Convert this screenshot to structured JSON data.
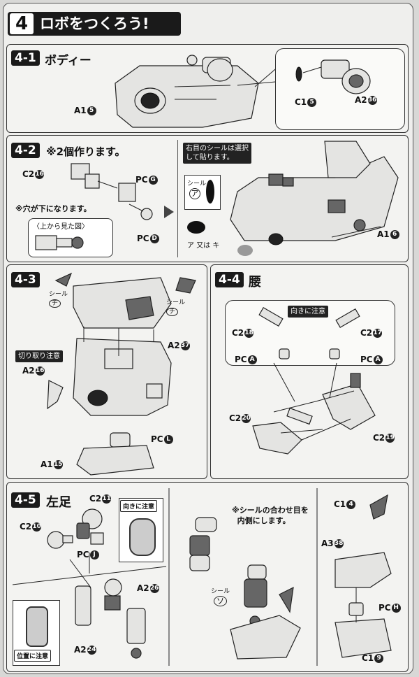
{
  "header": {
    "step_number": "4",
    "title": "ロボをつくろう!"
  },
  "step_4_1": {
    "badge": "4-1",
    "title": "ボディー",
    "labels": [
      {
        "part": "A1",
        "num": "5"
      },
      {
        "part": "C1",
        "num": "5"
      },
      {
        "part": "A2",
        "num": "36"
      }
    ]
  },
  "step_4_2": {
    "badge": "4-2",
    "title": "※2個作ります。",
    "hole_note": "※穴が下になります。",
    "top_view_label": "〈上から見た図〉",
    "sticker_note": "右目のシールは選択して貼ります。",
    "sticker_label": "シール",
    "sticker_a": "ア",
    "or_text": "又は",
    "sticker_ki": "キ",
    "labels": [
      {
        "part": "C2",
        "num": "16"
      },
      {
        "part": "PC",
        "num": "G"
      },
      {
        "part": "PC",
        "num": "D"
      },
      {
        "part": "A1",
        "num": "6"
      }
    ]
  },
  "step_4_3": {
    "badge": "4-3",
    "sticker_label": "シール",
    "sticker_chi": "チ",
    "cut_note": "切り取り注意",
    "labels": [
      {
        "part": "A2",
        "num": "37"
      },
      {
        "part": "A2",
        "num": "16"
      },
      {
        "part": "PC",
        "num": "L"
      },
      {
        "part": "A1",
        "num": "15"
      }
    ]
  },
  "step_4_4": {
    "badge": "4-4",
    "title": "腰",
    "direction_note": "向きに注意",
    "labels": [
      {
        "part": "C2",
        "num": "18"
      },
      {
        "part": "C2",
        "num": "17"
      },
      {
        "part": "PC",
        "num": "A"
      },
      {
        "part": "PC",
        "num": "A"
      },
      {
        "part": "C2",
        "num": "20"
      },
      {
        "part": "C2",
        "num": "19"
      }
    ]
  },
  "step_4_5": {
    "badge": "4-5",
    "title": "左足",
    "direction_note": "向きに注意",
    "position_note": "位置に注意",
    "seam_note_line1": "※シールの合わせ目を",
    "seam_note_line2": "内側にします。",
    "sticker_label": "シール",
    "sticker_so": "ソ",
    "labels": [
      {
        "part": "C2",
        "num": "11"
      },
      {
        "part": "C2",
        "num": "10"
      },
      {
        "part": "PC",
        "num": "J"
      },
      {
        "part": "A2",
        "num": "26"
      },
      {
        "part": "A2",
        "num": "24"
      },
      {
        "part": "C1",
        "num": "4"
      },
      {
        "part": "A3",
        "num": "38"
      },
      {
        "part": "PC",
        "num": "H"
      },
      {
        "part": "C1",
        "num": "9"
      }
    ]
  }
}
